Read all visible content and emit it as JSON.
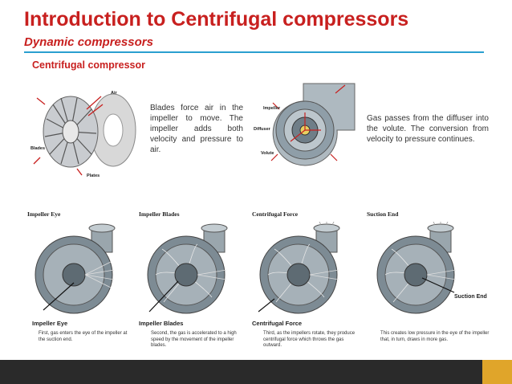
{
  "header": {
    "title": "Introduction to Centrifugal compressors",
    "subtitle": "Dynamic compressors",
    "section": "Centrifugal compressor"
  },
  "diagram1": {
    "labels": {
      "air": "Air",
      "blades": "Blades",
      "plates": "Plates"
    }
  },
  "text_left": "Blades force air in the impeller to move. The impeller adds both velocity and pressure to air.",
  "diagram2": {
    "labels": {
      "impeller": "Impeller",
      "diffuser": "Diffuser",
      "volute": "Volute"
    }
  },
  "text_right": "Gas passes from the diffuser into the volute. The conversion from velocity to pressure continues.",
  "stages": [
    {
      "title": "Impeller Eye",
      "label": "Impeller Eye",
      "caption": "First, gas enters the eye of the impeller at the suction end."
    },
    {
      "title": "Impeller Blades",
      "label": "Impeller Blades",
      "caption": "Second, the gas is accelerated to a high speed by the movement of the impeller blades."
    },
    {
      "title": "Centrifugal Force",
      "label": "Centrifugal Force",
      "caption": "Third, as the impellers rotate, they produce centrifugal force which throws the gas outward."
    },
    {
      "title": "Suction End",
      "label": "",
      "caption": "This creates low pressure in the eye of the impeller that, in turn, draws in more gas."
    }
  ],
  "stage4_callout": "Suction End",
  "colors": {
    "accent_red": "#c8201f",
    "rule_blue": "#2a9fd0",
    "footer_dark": "#2a2a2a",
    "footer_gold": "#e0a52a"
  }
}
